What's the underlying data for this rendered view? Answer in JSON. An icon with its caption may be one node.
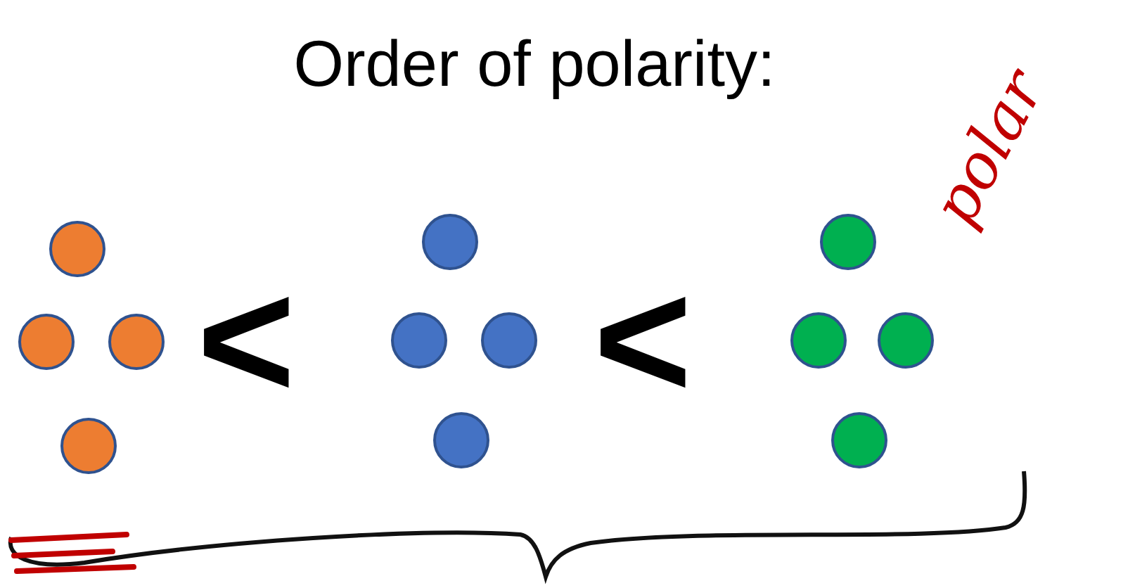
{
  "diagram": {
    "title": "Order of polarity:",
    "nodes": [
      {
        "text": [],
        "shape": "circle"
      },
      {
        "text": [],
        "shape": "circle"
      },
      {
        "text": [],
        "shape": "circle"
      },
      {
        "text": [],
        "shape": "circle"
      },
      {
        "text": [],
        "shape": "circle"
      },
      {
        "text": [],
        "shape": "circle"
      },
      {
        "text": [],
        "shape": "circle"
      },
      {
        "text": [],
        "shape": "circle"
      },
      {
        "text": [],
        "shape": "circle"
      },
      {
        "text": [],
        "shape": "circle"
      },
      {
        "text": [],
        "shape": "circle"
      },
      {
        "text": [],
        "shape": "circle"
      }
    ],
    "labels": [
      "<",
      "<",
      "polar"
    ]
  }
}
